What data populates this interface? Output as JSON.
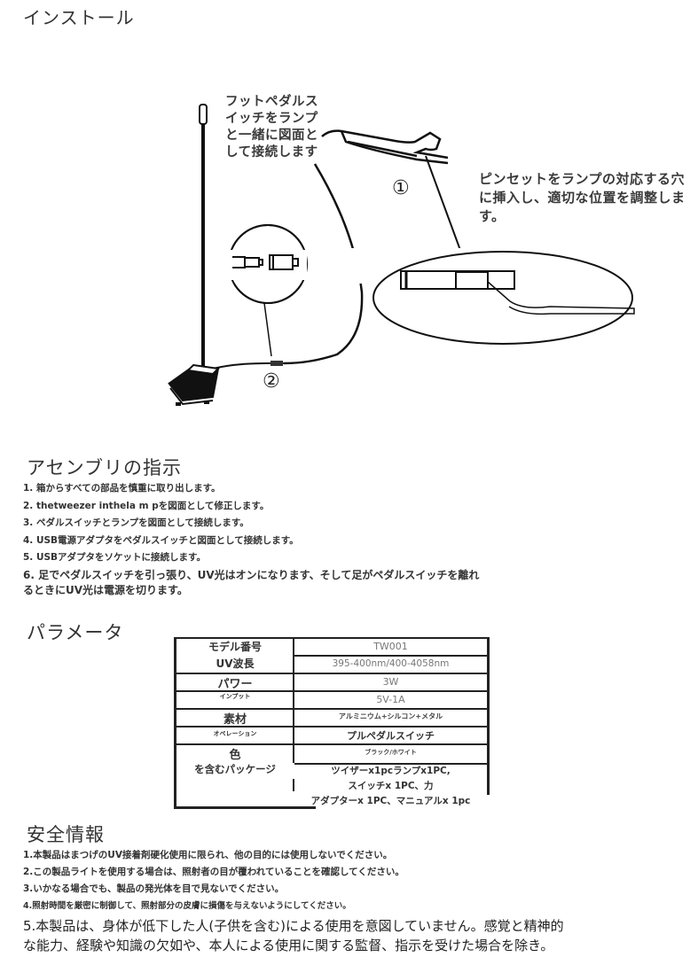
{
  "sections": {
    "install": {
      "title": "インストール",
      "callout_pedal": "フットペダルスイッチをランプと一緒に図面として接続します",
      "callout_tweezer": "ピンセットをランプの対応する穴に挿入し、適切な位置を調整します。",
      "step_markers": [
        "①",
        "②"
      ]
    },
    "assembly": {
      "title": "アセンブリの指示",
      "steps": [
        "1. 箱からすべての部品を慎重に取り出します。",
        "2. thetweezer inthela m pを図面として修正します。",
        "3. ペダルスイッチとランプを図面として接続します。",
        "4. USB電源アダプタをペダルスイッチと図面として接続します。",
        "5. USBアダプタをソケットに接続します。",
        "6. 足でペダルスイッチを引っ張り、UV光はオンになります、そして足がペダルスイッチを離れ",
        "るときにUV光は電源を切ります。"
      ]
    },
    "parameters": {
      "title": "パラメータ",
      "rows": [
        {
          "label": "モデル番号",
          "value": "TW001"
        },
        {
          "label": "UV波長",
          "value": "395-400nm/400-4058nm"
        },
        {
          "label": "パワー",
          "value": "3W"
        },
        {
          "label": "インプット",
          "value": "5V-1A"
        },
        {
          "label": "素材",
          "value": "アルミニウム+シルコン+メタル"
        },
        {
          "label": "オペレーション",
          "value": "プルペダルスイッチ"
        },
        {
          "label": "色",
          "value": "ブラック/ホワイト"
        },
        {
          "label": "を含むパッケージ",
          "value": "ツイザーx1pcランプx1PC、スイッチx1PC、力アダプターx1PC、マニュアルx1pc"
        }
      ],
      "package_lines": [
        "ツイザーx1pcランプx1PC,",
        "スイッチx 1PC、力",
        "アダプターx 1PC、マニュアルx 1pc"
      ]
    },
    "safety": {
      "title": "安全情報",
      "items": [
        "1.本製品はまつげのUV接着剤硬化使用に限られ、他の目的には使用しないでください。",
        "2.この製品ライトを使用する場合は、照射者の目が覆われていることを確認してください。",
        "3.いかなる場合でも、製品の発光体を目で見ないでください。",
        "4.照射時間を厳密に制御して、照射部分の皮膚に損傷を与えないようにしてください。",
        "5.本製品は、身体が低下した人(子供を含む)による使用を意図していません。感覚と精神的",
        "な能力、経験や知識の欠如や、本人による使用に関する監督、指示を受けた場合を除き。"
      ]
    }
  },
  "colors": {
    "text": "#333333",
    "value_text": "#777777",
    "line": "#222222",
    "background": "#ffffff"
  }
}
